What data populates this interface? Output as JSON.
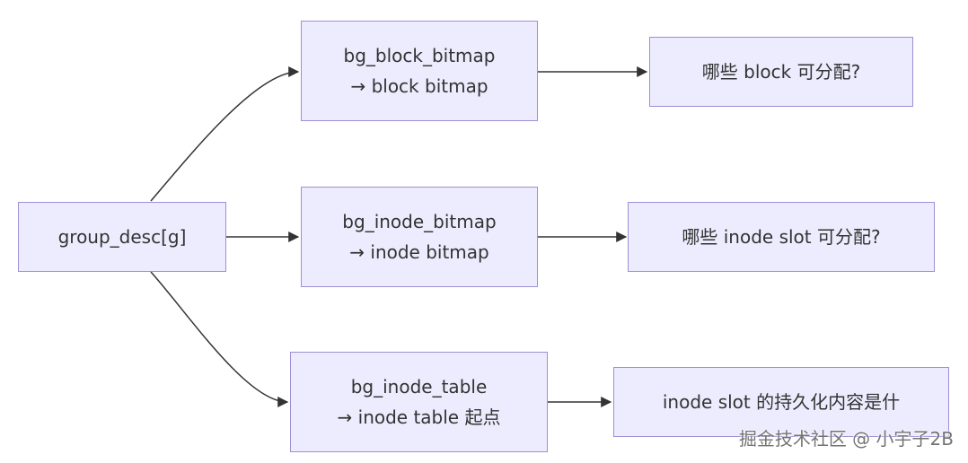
{
  "nodes": {
    "group_desc": {
      "label": "group_desc[g]"
    },
    "block_bitmap": {
      "line1": "bg_block_bitmap",
      "line2": "→ block bitmap"
    },
    "inode_bitmap": {
      "line1": "bg_inode_bitmap",
      "line2": "→ inode bitmap"
    },
    "inode_table": {
      "line1": "bg_inode_table",
      "line2": "→ inode table 起点"
    },
    "q_block": {
      "label": "哪些 block 可分配?"
    },
    "q_inode_slot": {
      "label": "哪些 inode slot 可分配?"
    },
    "q_persist": {
      "label": "inode slot 的持久化内容是什"
    }
  },
  "watermark": "掘金技术社区 @ 小宇子2B",
  "colors": {
    "node_fill": "#ececfe",
    "node_border": "#9f8fd6",
    "edge": "#333333",
    "text": "#333333"
  }
}
